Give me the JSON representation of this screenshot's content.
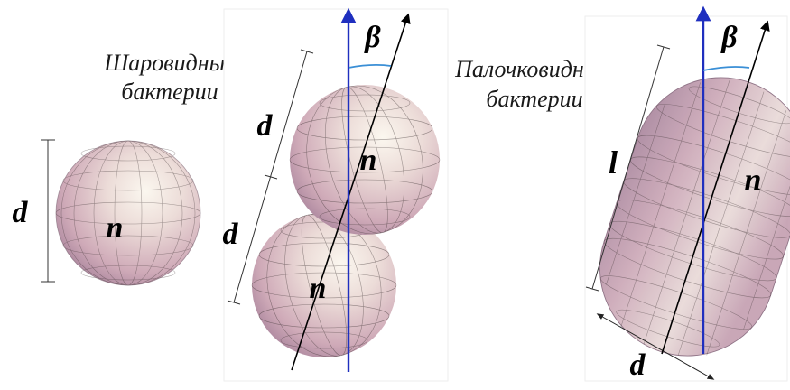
{
  "captions": {
    "spherical": [
      "Шаровидные",
      "бактерии"
    ],
    "rod": [
      "Палочковидные",
      "бактерии"
    ]
  },
  "labels": {
    "d": "d",
    "n": "n",
    "l": "l",
    "beta": "β"
  },
  "colors": {
    "axis_vertical": "#1f2fbf",
    "axis_tilted": "#000000",
    "beta_arc": "#3a8fd6",
    "wireframe": "#3a3030",
    "surface_highlight": "#fbf7ef",
    "surface_mid": "#dcbfc8",
    "surface_shadow": "#9c7a94"
  }
}
